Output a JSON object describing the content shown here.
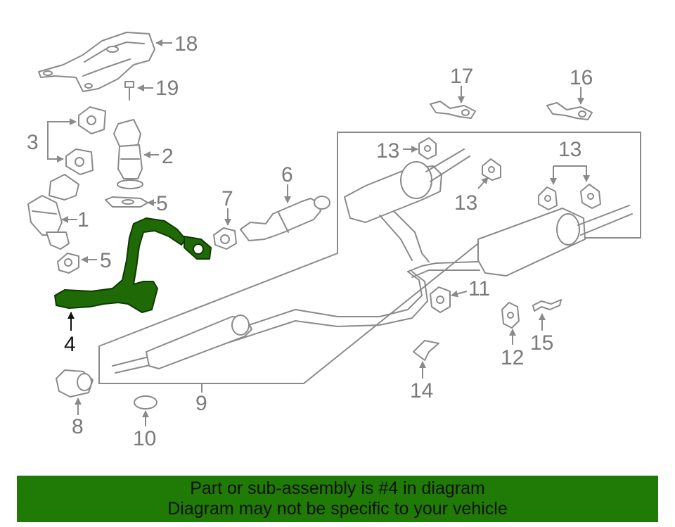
{
  "colors": {
    "highlight": "#1f6a06",
    "highlight_stroke": "#0d3a02",
    "banner_bg": "#207a06",
    "line_gray": "#8a8a8a"
  },
  "callouts": {
    "c1": "1",
    "c2": "2",
    "c3": "3",
    "c4": "4",
    "c5a": "5",
    "c5b": "5",
    "c6": "6",
    "c7": "7",
    "c8": "8",
    "c9": "9",
    "c10": "10",
    "c11": "11",
    "c12": "12",
    "c13a": "13",
    "c13b": "13",
    "c13c": "13",
    "c14": "14",
    "c15": "15",
    "c16": "16",
    "c17": "17",
    "c18": "18",
    "c19": "19"
  },
  "highlighted_part": "4",
  "banner": {
    "line1": "Part or sub-assembly is #4 in diagram",
    "line2": "Diagram may not be specific to your vehicle"
  }
}
